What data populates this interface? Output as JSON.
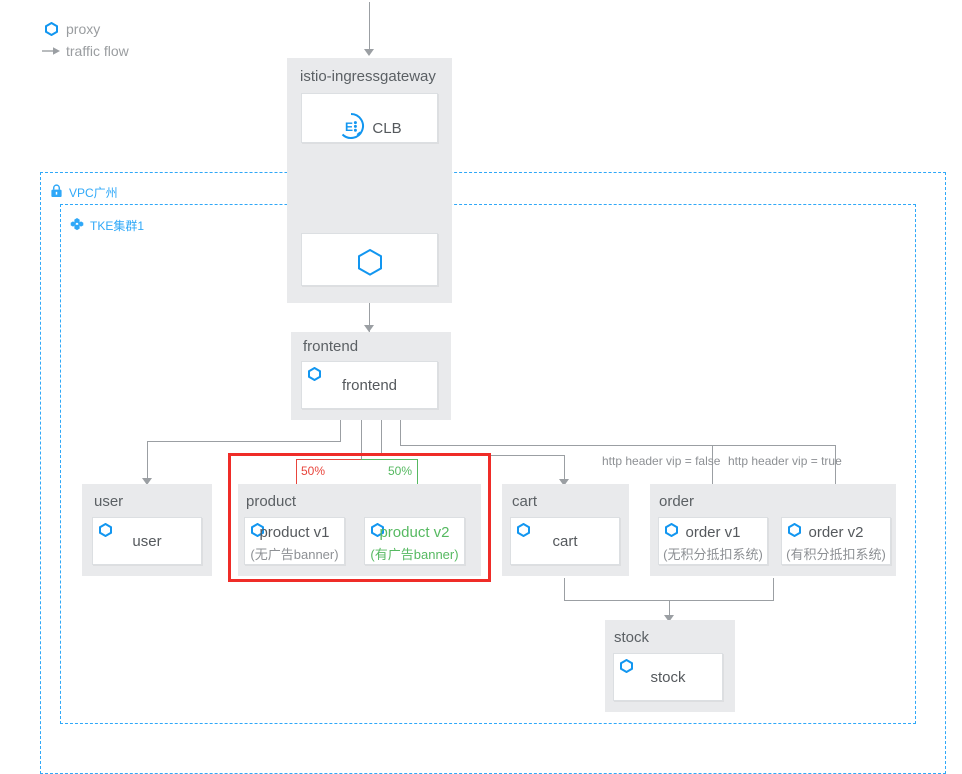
{
  "legend": {
    "items": [
      {
        "icon": "hexagon-proxy-icon",
        "label": "proxy"
      },
      {
        "icon": "arrow-right-icon",
        "label": "traffic flow"
      }
    ]
  },
  "zones": [
    {
      "id": "vpc",
      "label": "VPC广州",
      "icon": "lock-icon",
      "color": "#2fa8f8"
    },
    {
      "id": "tke",
      "label": "TKE集群1",
      "icon": "cluster-icon",
      "color": "#2fa8f8"
    }
  ],
  "gateway": {
    "title": "istio-ingressgateway",
    "clb_label": "CLB",
    "clb_icon": "clb-icon",
    "proxy_icon": "hexagon-proxy-icon"
  },
  "groups": {
    "frontend": {
      "title": "frontend",
      "nodes": [
        {
          "label": "frontend",
          "icon": "hexagon-proxy-icon",
          "sub": ""
        }
      ]
    },
    "user": {
      "title": "user",
      "nodes": [
        {
          "label": "user",
          "icon": "hexagon-proxy-icon",
          "sub": ""
        }
      ]
    },
    "product": {
      "title": "product",
      "nodes": [
        {
          "label": "product v1",
          "icon": "hexagon-proxy-icon",
          "sub": "(无广告banner)"
        },
        {
          "label": "product v2",
          "icon": "hexagon-proxy-icon",
          "sub": "(有广告banner)"
        }
      ]
    },
    "cart": {
      "title": "cart",
      "nodes": [
        {
          "label": "cart",
          "icon": "hexagon-proxy-icon",
          "sub": ""
        }
      ]
    },
    "order": {
      "title": "order",
      "nodes": [
        {
          "label": "order v1",
          "icon": "hexagon-proxy-icon",
          "sub": "(无积分抵扣系统)"
        },
        {
          "label": "order v2",
          "icon": "hexagon-proxy-icon",
          "sub": "(有积分抵扣系统)"
        }
      ]
    },
    "stock": {
      "title": "stock",
      "nodes": [
        {
          "label": "stock",
          "icon": "hexagon-proxy-icon",
          "sub": ""
        }
      ]
    }
  },
  "edge_labels": {
    "product_v1_weight": "50%",
    "product_v2_weight": "50%",
    "order_v1_rule": "http header vip = false",
    "order_v2_rule": "http header vip = true"
  },
  "colors": {
    "accent_blue": "#2fa8f8",
    "highlight_red": "#ef2c28",
    "split_red": "#e8453c",
    "split_green": "#56b961",
    "group_gray": "#e9eaec",
    "line_gray": "#9b9fa3",
    "text_gray": "#55595d"
  }
}
